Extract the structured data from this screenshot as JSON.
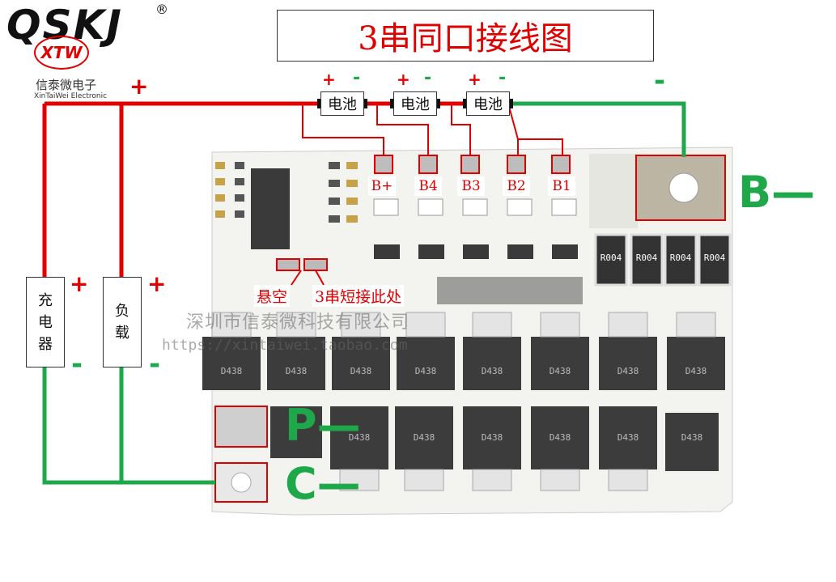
{
  "title": "3串同口接线图",
  "logo": {
    "brand": "QSKJ",
    "reg_mark": "®",
    "cn": "信泰微电子",
    "en": "XinTaiWei Electronic",
    "badge": "XTW"
  },
  "charger": {
    "chars": [
      "充",
      "电",
      "器"
    ],
    "plus": "+",
    "minus": "-"
  },
  "load": {
    "chars": [
      "负",
      "载"
    ],
    "plus": "+",
    "minus": "-"
  },
  "top_plus": "+",
  "batteries": [
    {
      "label": "电池",
      "plus": "+",
      "minus": "-"
    },
    {
      "label": "电池",
      "plus": "+",
      "minus": "-"
    },
    {
      "label": "电池",
      "plus": "+",
      "minus": "-"
    }
  ],
  "b_minus_sign": "-",
  "balance_pads": [
    "B+",
    "B4",
    "B3",
    "B2",
    "B1"
  ],
  "notes": {
    "floating": "悬空",
    "short": "3串短接此处"
  },
  "terminals": {
    "b_minus": "B—",
    "p_minus": "P—",
    "c_minus": "C—"
  },
  "watermark": {
    "company": "深圳市信泰微科技有限公司",
    "url": "https://xintaiwei.taobao.com"
  },
  "resistor_marks": [
    "R004",
    "R004",
    "R004",
    "R004"
  ],
  "mosfet_marks_top": [
    "D438",
    "D438",
    "D438",
    "D438",
    "D438",
    "D438",
    "D438",
    "D438"
  ],
  "mosfet_marks_bottom": [
    "D438",
    "D438",
    "D438",
    "D438",
    "D438",
    "D438"
  ],
  "colors": {
    "red": "#e00000",
    "green": "#1fa84a",
    "board": "#f2f2ee",
    "component": "#3c3c3c"
  }
}
